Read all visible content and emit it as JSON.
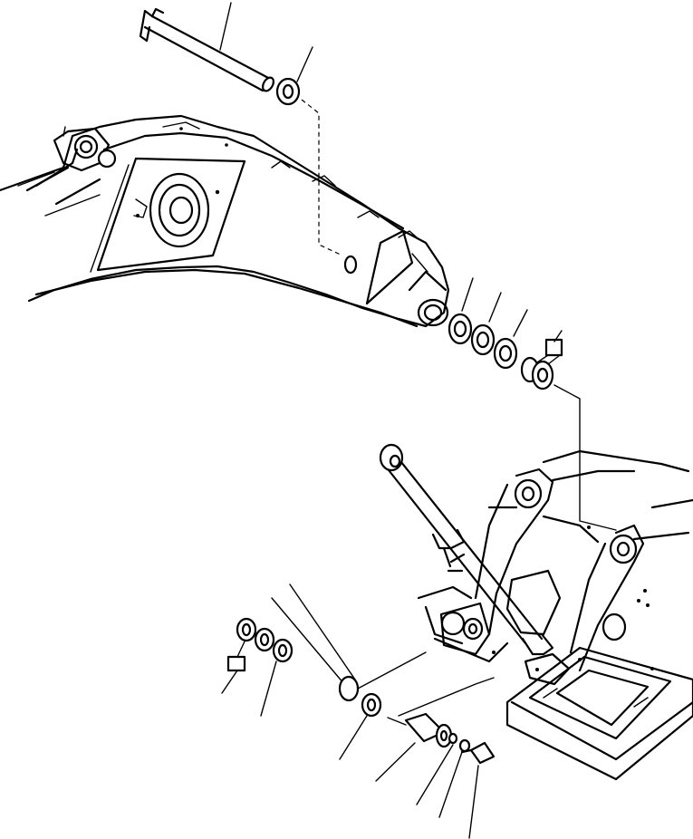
{
  "diagram": {
    "parts": [
      "boom",
      "boom-foot-pin",
      "boom-cylinder",
      "revolving-frame",
      "counterweight-block"
    ]
  }
}
